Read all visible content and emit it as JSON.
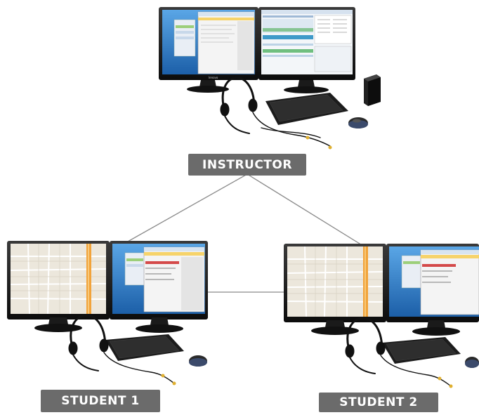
{
  "labels": {
    "instructor": "INSTRUCTOR",
    "student1": "STUDENT 1",
    "student2": "STUDENT 2"
  },
  "monitor_brand": "lenovo",
  "colors": {
    "label_bg": "#6b6b6b",
    "label_text": "#ffffff",
    "connector": "#8a8a8a",
    "monitor_body": "#141414",
    "map_road": "#f2a33a"
  }
}
